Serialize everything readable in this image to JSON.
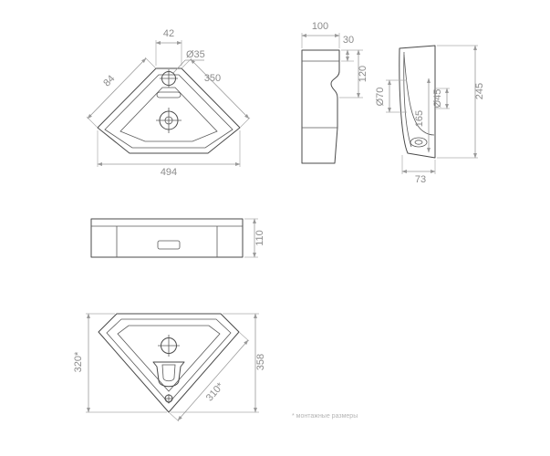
{
  "colors": {
    "outline": "#4a4a4a",
    "dimension_lines": "#9a9a9a",
    "dimension_text": "#8c8c8c"
  },
  "footnote": "* монтажные размеры",
  "plan_view": {
    "dim_top_chamfer": "42",
    "dim_back_edge": "84",
    "dim_faucet_hole": "Ø35",
    "dim_side_depth": "350",
    "dim_overall_width": "494"
  },
  "side_view": {
    "dim_depth": "100",
    "dim_rim": "30",
    "dim_apron_height": "120"
  },
  "section_view": {
    "dim_drain_diameter": "Ø70",
    "dim_overflow_diameter": "Ø45",
    "dim_inner_height": "165",
    "dim_overall_height": "245",
    "dim_bottom_depth": "73"
  },
  "front_view": {
    "dim_height": "110"
  },
  "bottom_view": {
    "dim_mount_width": "320*",
    "dim_front_edge": "310*",
    "dim_overall_depth": "358"
  }
}
